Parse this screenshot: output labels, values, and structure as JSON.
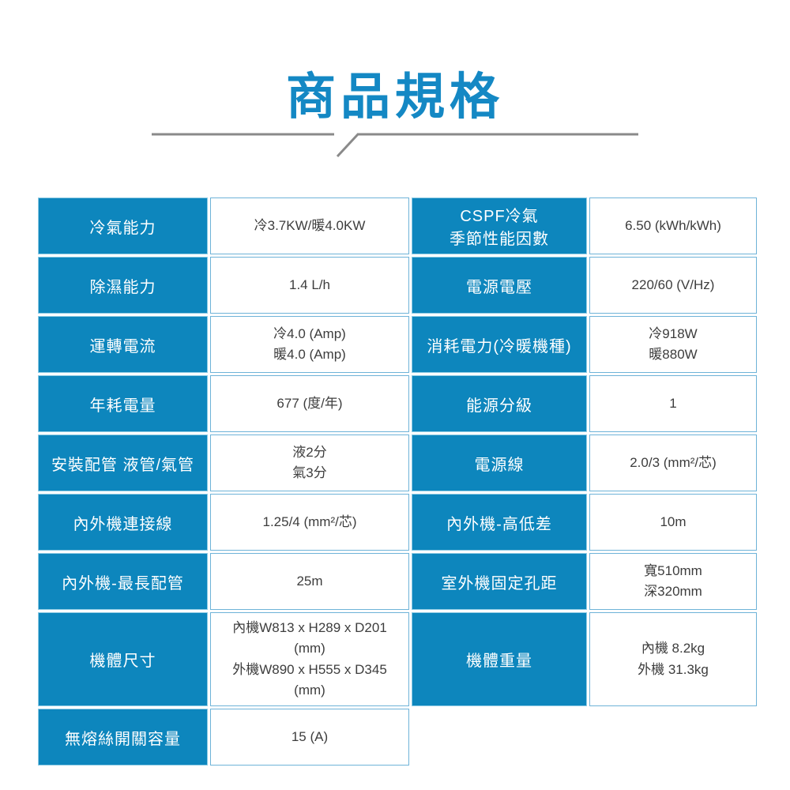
{
  "title": "商品規格",
  "colors": {
    "accent_blue": "#0d86bd",
    "title_blue": "#1488c4",
    "cell_border_light_blue": "#6eb3d8",
    "divider_gray": "#8a8a8a",
    "value_text": "#3d3d3d"
  },
  "table": {
    "rows": [
      {
        "l1": "冷氣能力",
        "v1": "冷3.7KW/暖4.0KW",
        "l2": "CSPF冷氣\n季節性能因數",
        "v2": "6.50 (kWh/kWh)"
      },
      {
        "l1": "除濕能力",
        "v1": "1.4 L/h",
        "l2": "電源電壓",
        "v2": "220/60 (V/Hz)"
      },
      {
        "l1": "運轉電流",
        "v1": "冷4.0 (Amp)\n暖4.0 (Amp)",
        "l2": "消耗電力(冷暖機種)",
        "v2": "冷918W\n暖880W"
      },
      {
        "l1": "年耗電量",
        "v1": "677 (度/年)",
        "l2": "能源分級",
        "v2": "1"
      },
      {
        "l1": "安裝配管 液管/氣管",
        "v1": "液2分\n氣3分",
        "l2": "電源線",
        "v2": "2.0/3 (mm²/芯)"
      },
      {
        "l1": "內外機連接線",
        "v1": "1.25/4 (mm²/芯)",
        "l2": "內外機-高低差",
        "v2": "10m"
      },
      {
        "l1": "內外機-最長配管",
        "v1": "25m",
        "l2": "室外機固定孔距",
        "v2": "寬510mm\n深320mm"
      },
      {
        "l1": "機體尺寸",
        "v1": "內機W813 x H289 x D201 (mm)\n外機W890 x H555 x D345 (mm)",
        "l2": "機體重量",
        "v2": "內機 8.2kg\n外機 31.3kg"
      },
      {
        "l1": "無熔絲開關容量",
        "v1": "15 (A)",
        "l2": null,
        "v2": null
      }
    ]
  }
}
